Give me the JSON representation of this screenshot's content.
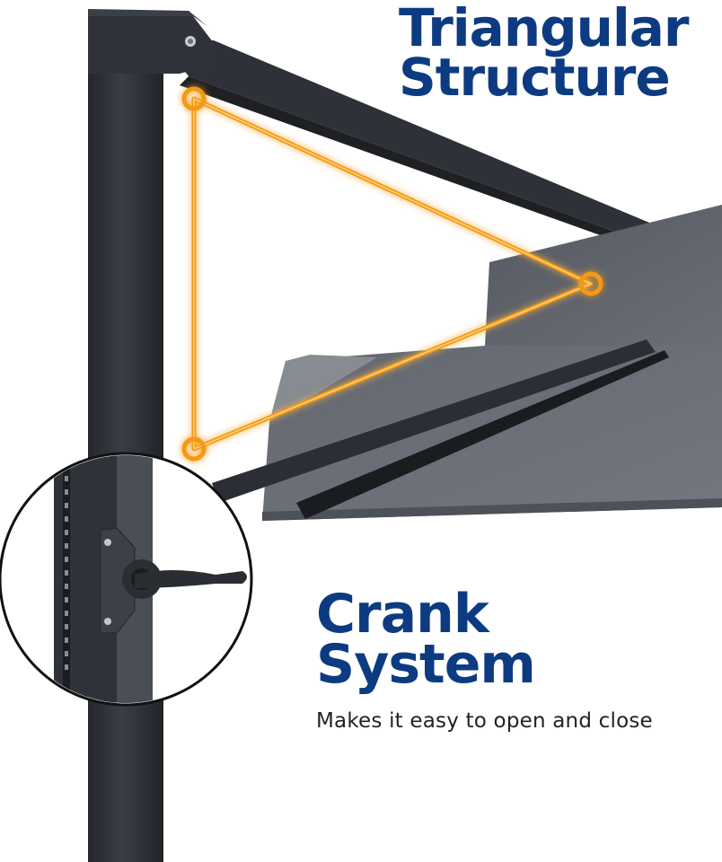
{
  "features": [
    {
      "heading_line1": "Triangular",
      "heading_line2": "Structure"
    },
    {
      "heading_line1": "Crank",
      "heading_line2": "System",
      "description": "Makes it easy to open and close"
    }
  ],
  "colors": {
    "heading": "#0d3b82",
    "description": "#222222",
    "highlight": "#f29a14",
    "pole": "#2f3238",
    "canopy": "#5f636b",
    "background": "#ffffff"
  },
  "icons": {
    "triangle_overlay": "triangle-highlight",
    "crank_detail": "crank-handle-icon"
  }
}
